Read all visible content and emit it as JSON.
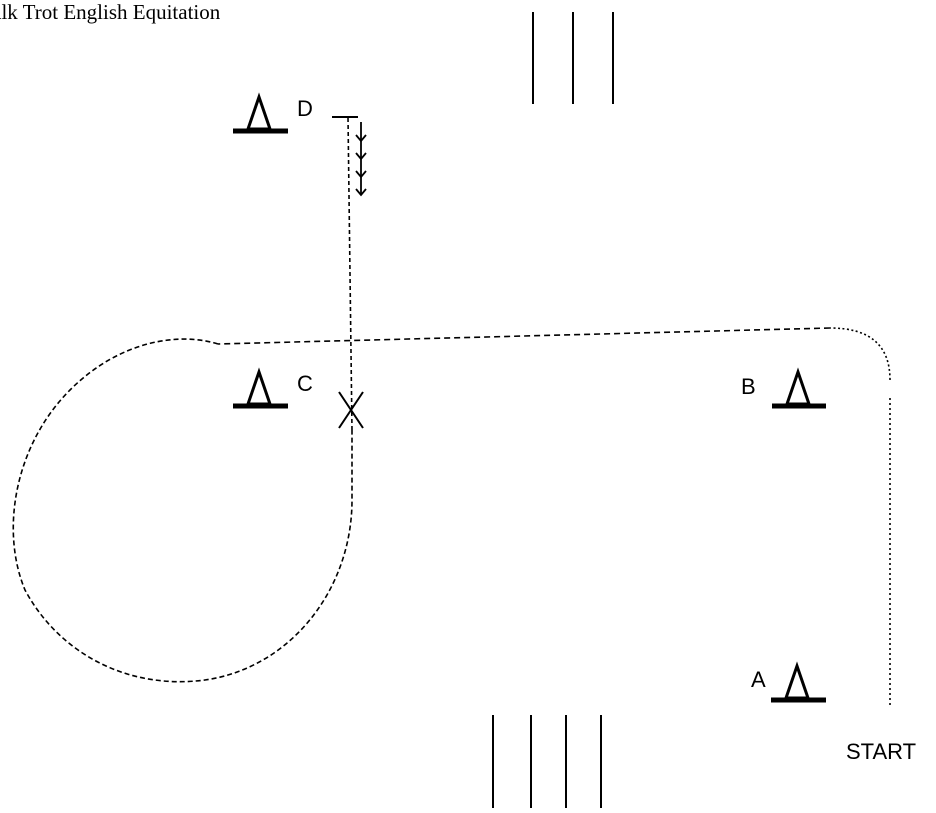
{
  "title": "Walk Trot English Equitation",
  "markers": {
    "a": "A",
    "b": "B",
    "c": "C",
    "d": "D"
  },
  "start_label": "START",
  "icons": {
    "marker": "cone-triangle-icon",
    "stop": "x-mark-icon",
    "backup": "down-arrow-icon",
    "jumps": "ground-pole-icon"
  },
  "colors": {
    "ink": "#000000",
    "background": "#ffffff"
  }
}
